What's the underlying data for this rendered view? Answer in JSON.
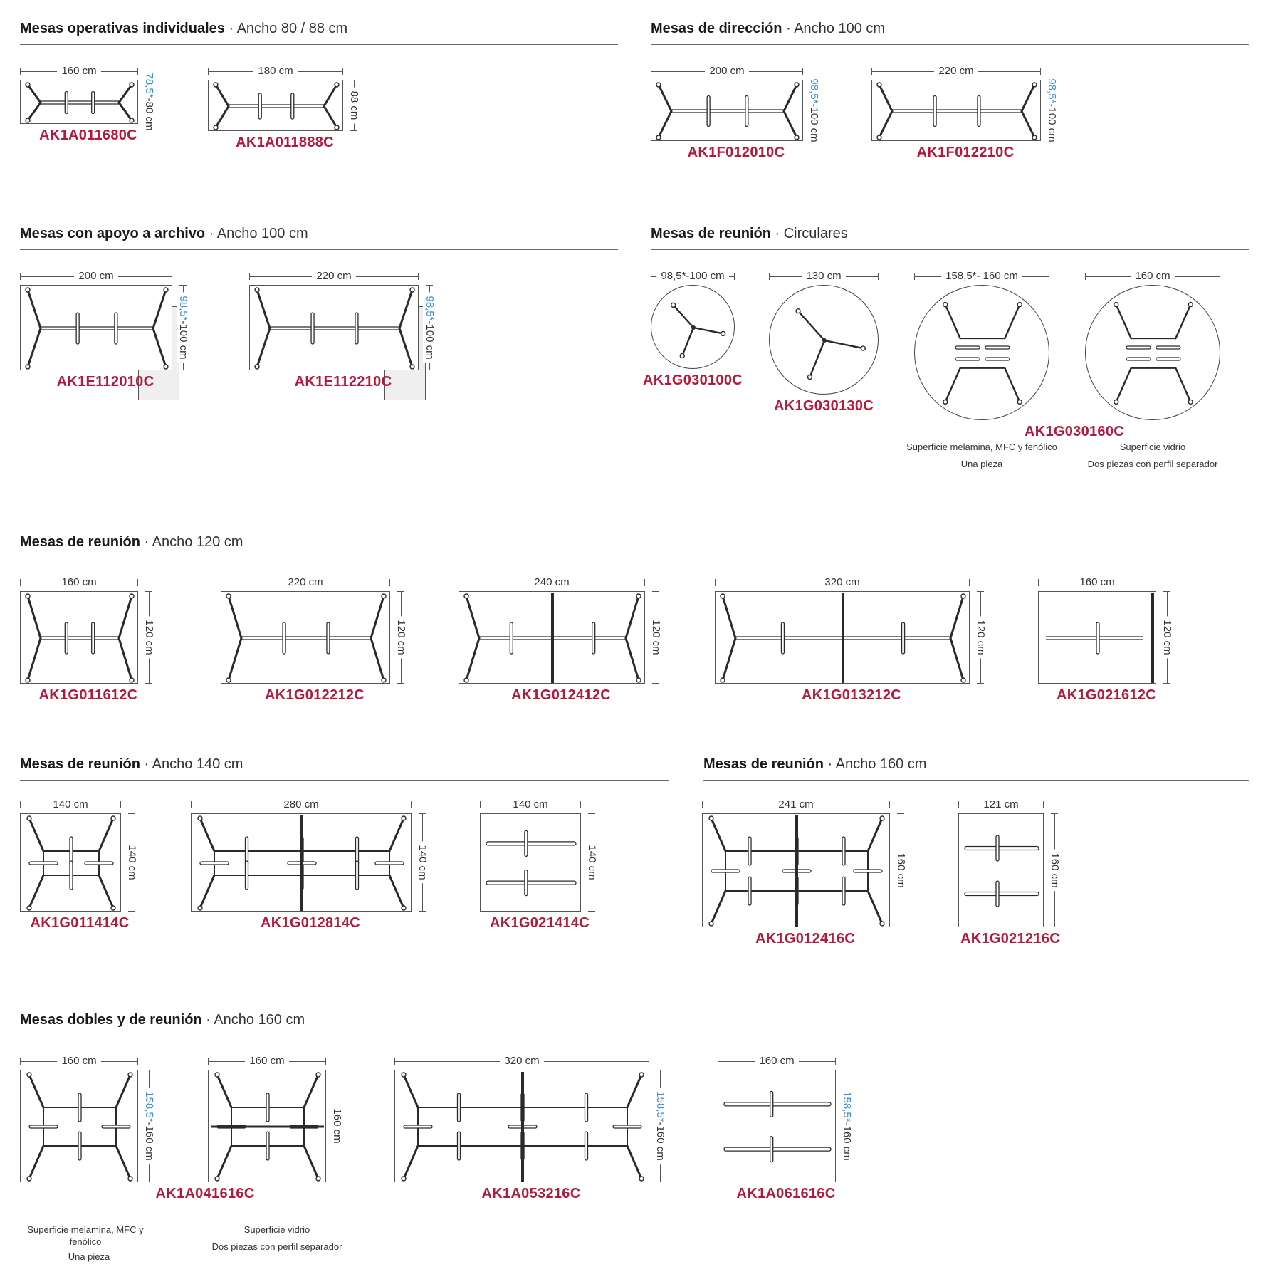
{
  "sections": [
    {
      "bold": "Mesas operativas individuales",
      "rest": " · Ancho 80 / 88 cm"
    },
    {
      "bold": "Mesas de dirección",
      "rest": " · Ancho 100 cm"
    },
    {
      "bold": "Mesas con apoyo a archivo",
      "rest": " · Ancho 100 cm"
    },
    {
      "bold": "Mesas de reunión",
      "rest": " · Circulares"
    },
    {
      "bold": "Mesas de reunión",
      "rest": " · Ancho 120 cm"
    },
    {
      "bold": "Mesas de reunión",
      "rest": " · Ancho 140 cm"
    },
    {
      "bold": "Mesas de reunión",
      "rest": " · Ancho 160 cm"
    },
    {
      "bold": "Mesas dobles y de reunión",
      "rest": " · Ancho 160 cm"
    }
  ],
  "items": [
    {
      "code": "AK1A011680C",
      "w_text": "160 cm",
      "h_blue": "78,5*",
      "h_text": "-80 cm",
      "variant": "rect"
    },
    {
      "code": "AK1A011888C",
      "w_text": "180 cm",
      "h_blue": "",
      "h_text": "88 cm",
      "variant": "rect"
    },
    {
      "code": "AK1F012010C",
      "w_text": "200 cm",
      "h_blue": "98,5*",
      "h_text": "-100 cm",
      "variant": "rect"
    },
    {
      "code": "AK1F012210C",
      "w_text": "220 cm",
      "h_blue": "98,5*",
      "h_text": "-100 cm",
      "variant": "rect"
    },
    {
      "code": "AK1E112010C",
      "w_text": "200 cm",
      "h_blue": "98,5*",
      "h_text": "-100 cm",
      "variant": "archive"
    },
    {
      "code": "AK1E112210C",
      "w_text": "220 cm",
      "h_blue": "98,5*",
      "h_text": "-100 cm",
      "variant": "archive"
    },
    {
      "code": "AK1G030100C",
      "w_blue": "98,5*",
      "w_text": "-100 cm",
      "variant": "circle"
    },
    {
      "code": "AK1G030130C",
      "w_text": "130 cm",
      "variant": "circle"
    },
    {
      "code": "AK1G030160C",
      "w_blue": "158,5*",
      "w_text": "- 160 cm",
      "variant": "circle-large"
    },
    {
      "code": "",
      "w_text": "160 cm",
      "variant": "circle-large"
    },
    {
      "code": "AK1G011612C",
      "w_text": "160 cm",
      "h_text": "120 cm",
      "variant": "rect"
    },
    {
      "code": "AK1G012212C",
      "w_text": "220 cm",
      "h_text": "120 cm",
      "variant": "rect"
    },
    {
      "code": "AK1G012412C",
      "w_text": "240 cm",
      "h_text": "120 cm",
      "variant": "rect-split"
    },
    {
      "code": "AK1G013212C",
      "w_text": "320 cm",
      "h_text": "120 cm",
      "variant": "rect-split"
    },
    {
      "code": "AK1G021612C",
      "w_text": "160 cm",
      "h_text": "120 cm",
      "variant": "bench"
    },
    {
      "code": "AK1G011414C",
      "w_text": "140 cm",
      "h_text": "140 cm",
      "variant": "square"
    },
    {
      "code": "AK1G012814C",
      "w_text": "280 cm",
      "h_text": "140 cm",
      "variant": "square-double"
    },
    {
      "code": "AK1G021414C",
      "w_text": "140 cm",
      "h_text": "140 cm",
      "variant": "bench-square"
    },
    {
      "code": "AK1G012416C",
      "w_text": "241 cm",
      "h_text": "160 cm",
      "variant": "square-double"
    },
    {
      "code": "AK1G021216C",
      "w_text": "121 cm",
      "h_text": "160 cm",
      "variant": "bench-square"
    },
    {
      "code": "",
      "w_text": "160 cm",
      "h_blue": "158,5*",
      "h_text": "-160 cm",
      "variant": "square"
    },
    {
      "code": "AK1A041616C",
      "w_text": "160 cm",
      "h_text": "160 cm",
      "variant": "square-glass"
    },
    {
      "code": "AK1A053216C",
      "w_text": "320 cm",
      "h_blue": "158,5*",
      "h_text": "-160 cm",
      "variant": "square-double"
    },
    {
      "code": "AK1A061616C",
      "w_text": "160 cm",
      "h_blue": "158,5*",
      "h_text": "-160 cm",
      "variant": "bench-square"
    }
  ],
  "notes": {
    "circle_melamina": "Superficie melamina, MFC y fenólico",
    "circle_una": "Una pieza",
    "circle_vidrio": "Superficie vidrio",
    "circle_dos": "Dos piezas con perfil separador",
    "double_melamina": "Superficie melamina, MFC y fenólico",
    "double_una": "Una pieza",
    "double_vidrio": "Superficie vidrio",
    "double_dos": "Dos piezas con perfil separador"
  },
  "colors": {
    "code": "#b5183c",
    "blue_dim": "#3a8fd0",
    "line": "#555555"
  }
}
